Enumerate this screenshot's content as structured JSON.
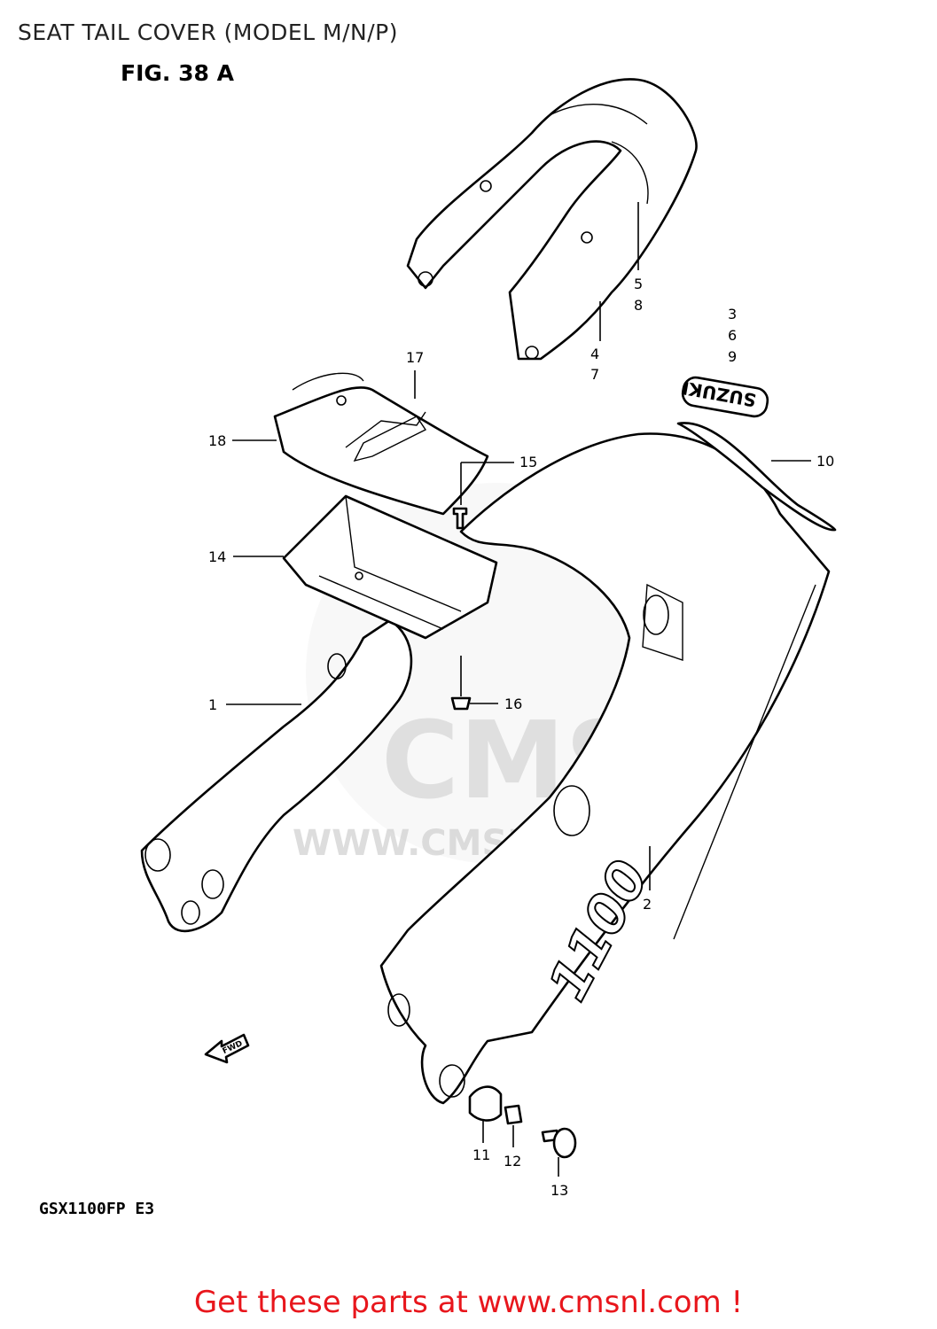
{
  "header": {
    "title": "SEAT TAIL COVER (MODEL M/N/P)",
    "figure": "FIG. 38 A"
  },
  "model_code": "GSX1100FP E3",
  "badge_text": "SUZUKI",
  "tail_number": "1100",
  "fwd_arrow": "FWD",
  "watermark": {
    "brand": "CMS",
    "url": "WWW.CMSNL.COM"
  },
  "callouts": [
    {
      "id": "1",
      "label": "1"
    },
    {
      "id": "2",
      "label": "2"
    },
    {
      "id": "3",
      "label": "3"
    },
    {
      "id": "4",
      "label": "4"
    },
    {
      "id": "5",
      "label": "5"
    },
    {
      "id": "6",
      "label": "6"
    },
    {
      "id": "7",
      "label": "7"
    },
    {
      "id": "8",
      "label": "8"
    },
    {
      "id": "9",
      "label": "9"
    },
    {
      "id": "10",
      "label": "10"
    },
    {
      "id": "11",
      "label": "11"
    },
    {
      "id": "12",
      "label": "12"
    },
    {
      "id": "13",
      "label": "13"
    },
    {
      "id": "14",
      "label": "14"
    },
    {
      "id": "15",
      "label": "15"
    },
    {
      "id": "16",
      "label": "16"
    },
    {
      "id": "17",
      "label": "17"
    },
    {
      "id": "18",
      "label": "18"
    }
  ],
  "footer": {
    "link_text": "Get these parts at www.cmsnl.com !",
    "color": "#e8161c"
  }
}
